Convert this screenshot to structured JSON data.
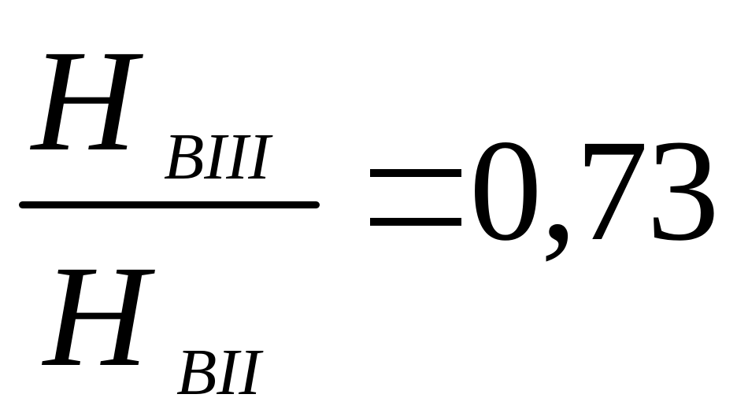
{
  "numerator": {
    "symbol": "H",
    "subscript": "BIII"
  },
  "denominator": {
    "symbol": "H",
    "subscript": "BII"
  },
  "value": "0,73",
  "colors": {
    "ink": "#000000",
    "background": "#ffffff"
  }
}
